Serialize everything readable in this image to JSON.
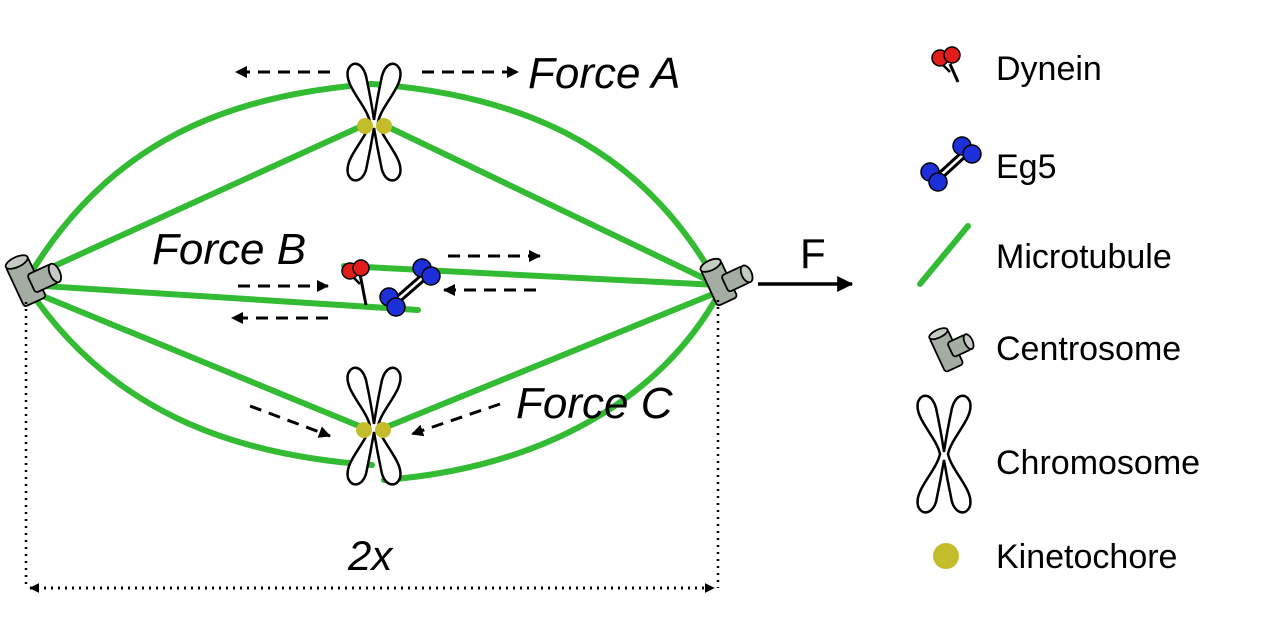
{
  "labels": {
    "force_a": "Force A",
    "force_b": "Force B",
    "force_c": "Force C",
    "pulling_force": "F",
    "spindle_half_length": "2x"
  },
  "legend": [
    {
      "icon": "dynein-icon",
      "label": "Dynein"
    },
    {
      "icon": "eg5-icon",
      "label": "Eg5"
    },
    {
      "icon": "microtubule-icon",
      "label": "Microtubule"
    },
    {
      "icon": "centrosome-icon",
      "label": "Centrosome"
    },
    {
      "icon": "chromosome-icon",
      "label": "Chromosome"
    },
    {
      "icon": "kinetochore-icon",
      "label": "Kinetochore"
    }
  ],
  "colors": {
    "microtubule": "#33bb33",
    "kinetochore": "#c4bd2b",
    "dynein": "#e21b1b",
    "eg5": "#1d2fd8",
    "centrosome": "#a4ada2"
  }
}
